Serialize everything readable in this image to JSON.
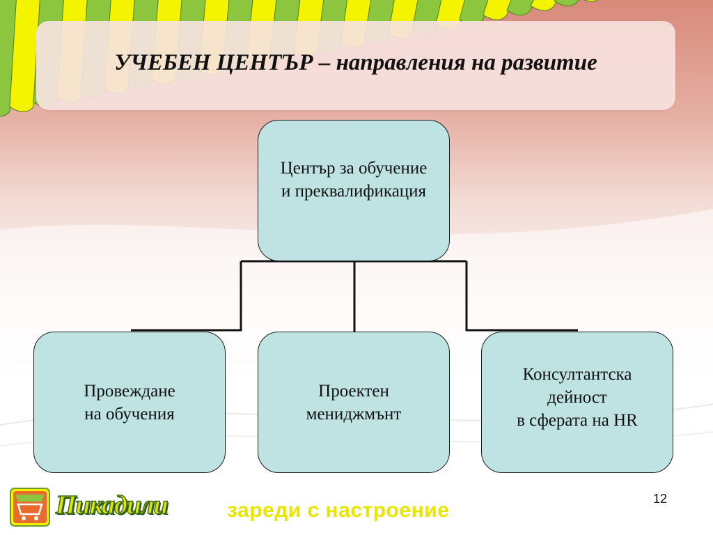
{
  "slide": {
    "title_main": "УЧЕБЕН ЦЕНТЪР –",
    "title_rest": " направления на развитие",
    "page_number": "12"
  },
  "org_chart": {
    "root": {
      "line1": "Център за обучение",
      "line2": "и преквалификация"
    },
    "children": [
      {
        "line1": "Провеждане",
        "line2": "на обучения"
      },
      {
        "line1": "Проектен",
        "line2": "мениджмънт"
      },
      {
        "line1": "Консултантска",
        "line2": "дейност",
        "line3": "в сферата на HR"
      }
    ]
  },
  "footer": {
    "brand": "Пикадили",
    "tagline": "зареди с настроение"
  },
  "colors": {
    "node_fill": "#bfe3e3",
    "awning_green": "#8cc63f",
    "awning_yellow": "#f4f400",
    "tagline_yellow": "#e8e600"
  }
}
